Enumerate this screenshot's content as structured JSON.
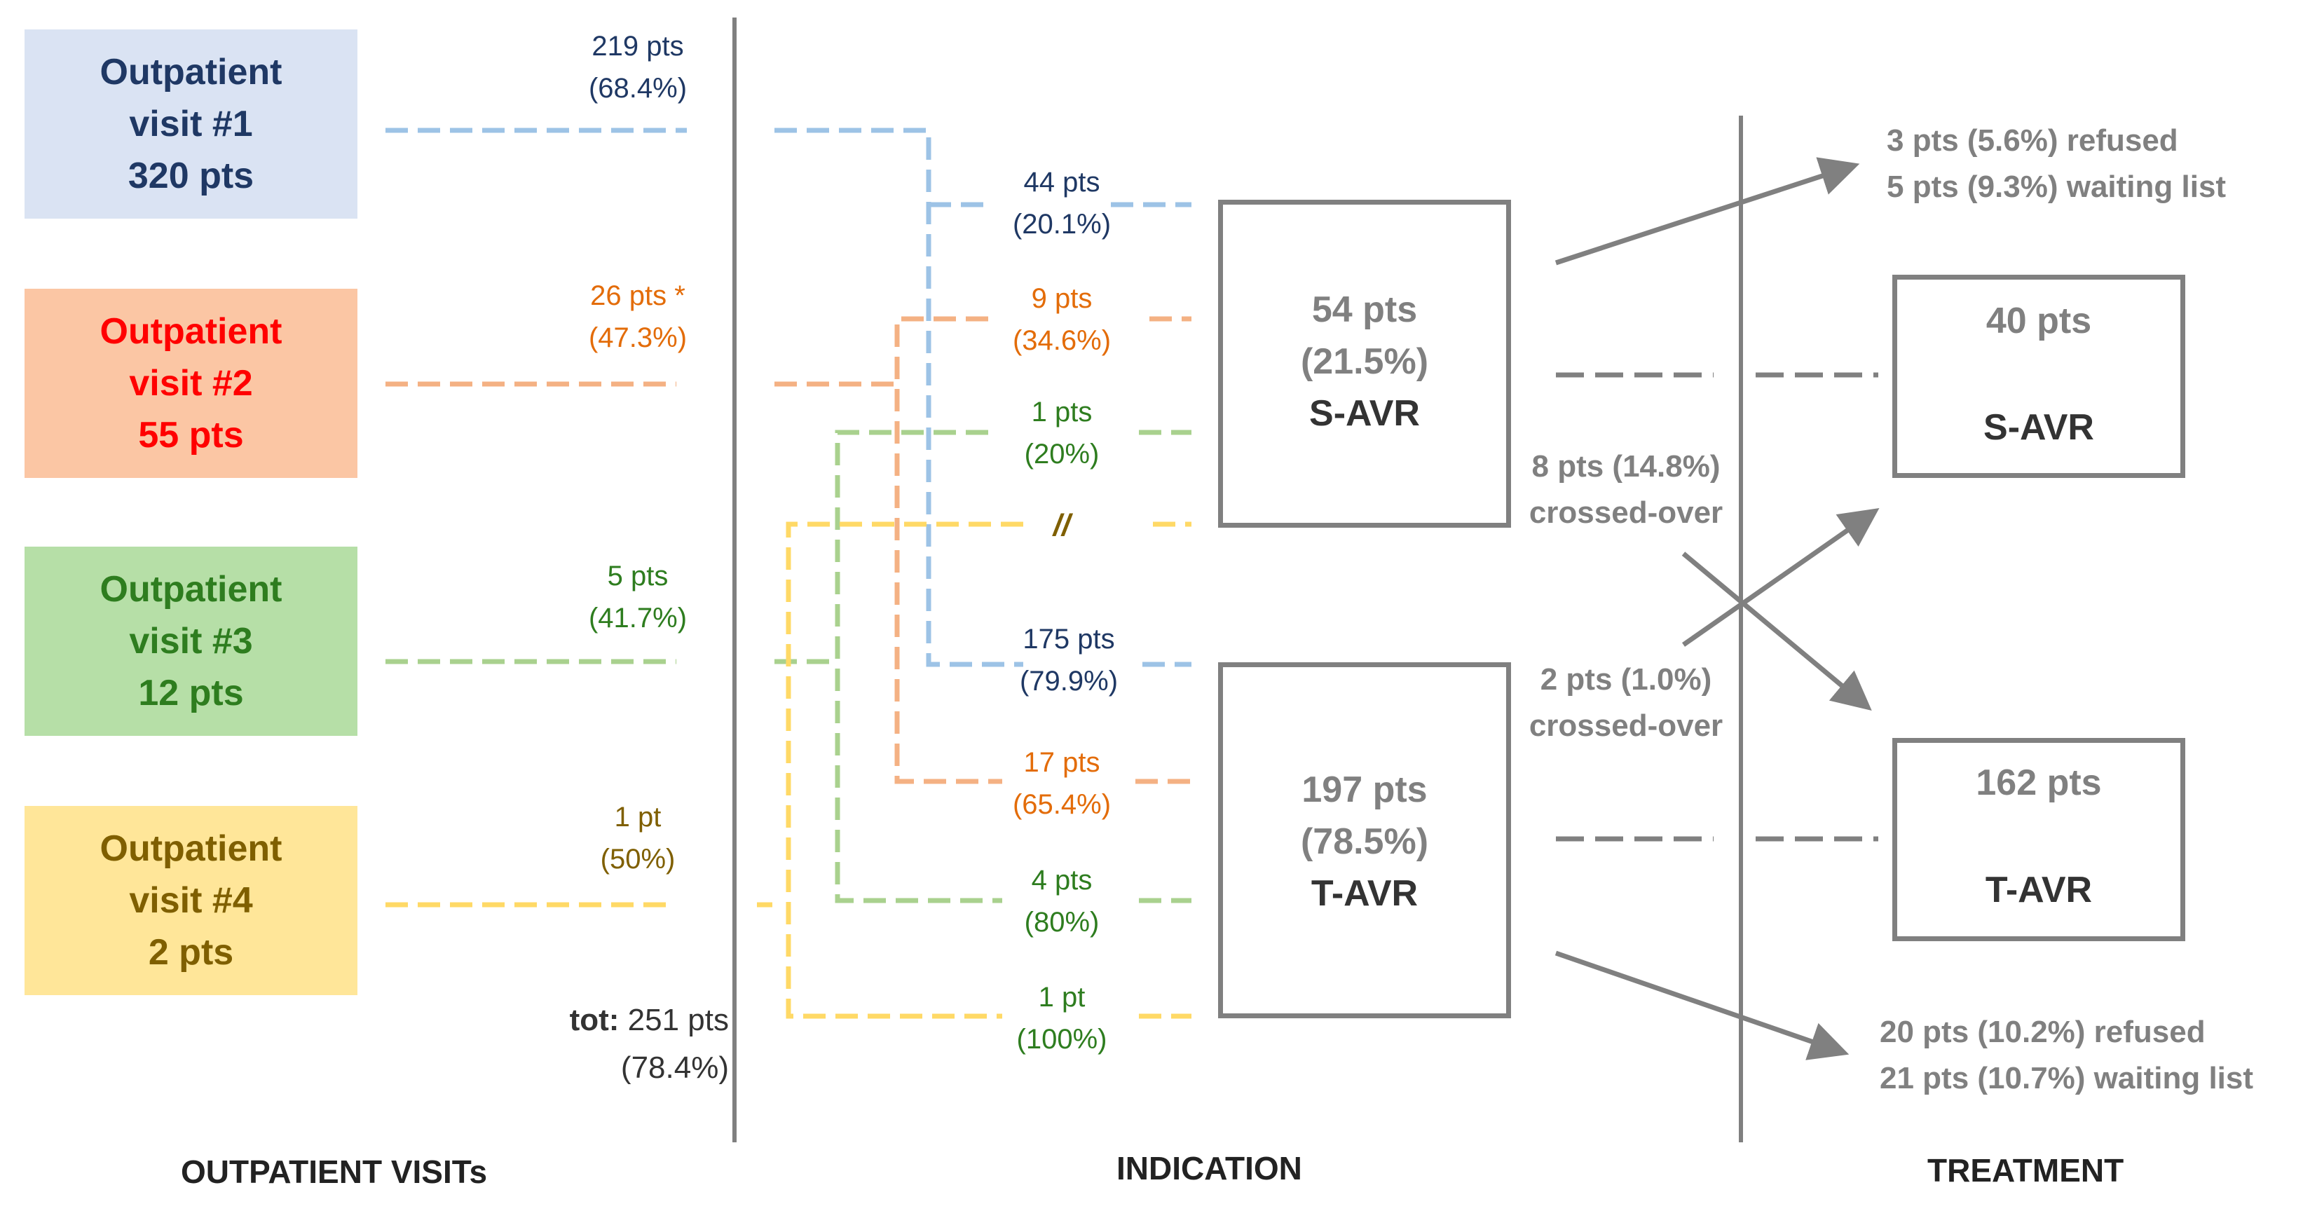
{
  "colors": {
    "visit1_text": "#1f3864",
    "visit1_bg": "#dae3f3",
    "visit1_line": "#9dc3e6",
    "visit2_text": "#ff0000",
    "visit2_bg": "#fbc6a4",
    "visit2_line": "#f4b183",
    "visit2_label": "#e36c09",
    "visit3_text": "#2e7d1f",
    "visit3_bg": "#b6dfa7",
    "visit3_line": "#a9d18e",
    "visit4_text": "#7f5f00",
    "visit4_bg": "#ffe699",
    "visit4_line": "#ffd966",
    "gray": "#808080",
    "divider": "#808080"
  },
  "visits": [
    {
      "line1": "Outpatient",
      "line2": "visit #1",
      "line3": "320 pts"
    },
    {
      "line1": "Outpatient",
      "line2": "visit #2",
      "line3": "55 pts"
    },
    {
      "line1": "Outpatient",
      "line2": "visit #3",
      "line3": "12 pts"
    },
    {
      "line1": "Outpatient",
      "line2": "visit #4",
      "line3": "2 pts"
    }
  ],
  "visit_indications": [
    {
      "count": "219 pts",
      "pct": "(68.4%)"
    },
    {
      "count": "26 pts *",
      "pct": "(47.3%)"
    },
    {
      "count": "5 pts",
      "pct": "(41.7%)"
    },
    {
      "count": "1 pt",
      "pct": "(50%)"
    }
  ],
  "total": {
    "label": "tot:",
    "count": " 251 pts",
    "pct": "(78.4%)"
  },
  "savr_branches": [
    {
      "count": "44 pts",
      "pct": "(20.1%)"
    },
    {
      "count": "9 pts",
      "pct": "(34.6%)"
    },
    {
      "count": "1 pts",
      "pct": "(20%)"
    },
    {
      "count": "//",
      "pct": ""
    }
  ],
  "tavr_branches": [
    {
      "count": "175 pts",
      "pct": "(79.9%)"
    },
    {
      "count": "17 pts",
      "pct": "(65.4%)"
    },
    {
      "count": "4 pts",
      "pct": "(80%)"
    },
    {
      "count": "1 pt",
      "pct": "(100%)"
    }
  ],
  "indication_boxes": {
    "savr": {
      "count": "54 pts",
      "pct": "(21.5%)",
      "name": "S-AVR"
    },
    "tavr": {
      "count": "197 pts",
      "pct": "(78.5%)",
      "name": "T-AVR"
    }
  },
  "crossover": {
    "savr_to_tavr": {
      "line1": "8 pts (14.8%)",
      "line2": "crossed-over"
    },
    "tavr_to_savr": {
      "line1": "2 pts (1.0%)",
      "line2": "crossed-over"
    }
  },
  "treatment_boxes": {
    "savr": {
      "count": "40 pts",
      "name": "S-AVR"
    },
    "tavr": {
      "count": "162 pts",
      "name": "T-AVR"
    }
  },
  "savr_outcomes": {
    "refused": "3 pts (5.6%) refused",
    "waiting": "5 pts (9.3%) waiting list"
  },
  "tavr_outcomes": {
    "refused": "20 pts (10.2%) refused",
    "waiting": "21 pts (10.7%) waiting list"
  },
  "sections": {
    "visits": "OUTPATIENT VISITs",
    "indication": "INDICATION",
    "treatment": "TREATMENT"
  }
}
